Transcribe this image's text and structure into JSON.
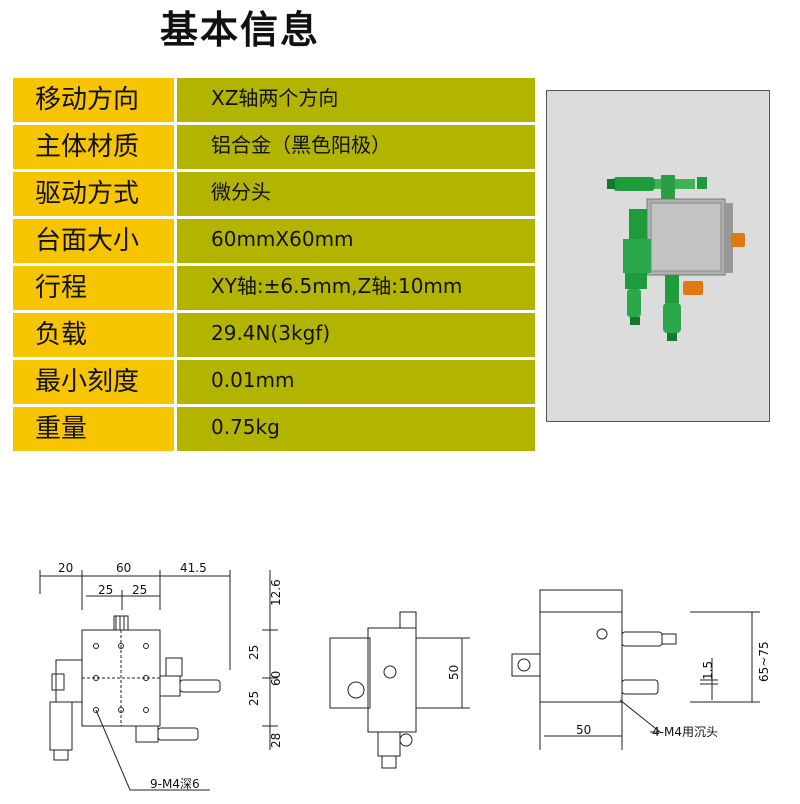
{
  "title": "基本信息",
  "specs": [
    {
      "label": "移动方向",
      "value": "XZ轴两个方向"
    },
    {
      "label": "主体材质",
      "value": "铝合金（黑色阳极）"
    },
    {
      "label": "驱动方式",
      "value": "微分头"
    },
    {
      "label": "台面大小",
      "value": "60mmX60mm"
    },
    {
      "label": "行程",
      "value": "XY轴:±6.5mm,Z轴:10mm"
    },
    {
      "label": "负载",
      "value": "29.4N(3kgf)"
    },
    {
      "label": "最小刻度",
      "value": "0.01mm"
    },
    {
      "label": "重量",
      "value": "0.75kg"
    }
  ],
  "colors": {
    "label_bg": "#f7c500",
    "value_bg": "#b2b400",
    "micrometer_green": "#1e9b3a",
    "knob_orange": "#e07a10"
  },
  "dims": {
    "front": {
      "top": [
        "20",
        "60",
        "41.5"
      ],
      "sub": [
        "25",
        "25"
      ],
      "right": [
        "12.6",
        "25",
        "60",
        "25",
        "28"
      ],
      "note": "9-M4深6"
    },
    "side": {
      "height": "50"
    },
    "end": {
      "width": "50",
      "gap": "1.5",
      "height": "65~75",
      "note": "4-M4用沉头"
    }
  }
}
